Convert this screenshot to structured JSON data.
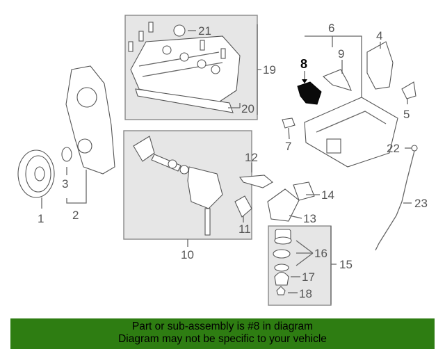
{
  "callouts": {
    "c1": "1",
    "c2": "2",
    "c3": "3",
    "c4": "4",
    "c5": "5",
    "c6": "6",
    "c7": "7",
    "c8": "8",
    "c9": "9",
    "c10": "10",
    "c11": "11",
    "c12": "12",
    "c13": "13",
    "c14": "14",
    "c15": "15",
    "c16": "16",
    "c17": "17",
    "c18": "18",
    "c19": "19",
    "c20": "20",
    "c21": "21",
    "c22": "22",
    "c23": "23"
  },
  "highlighted_part": "8",
  "banner": {
    "line1": "Part or sub-assembly is #8 in diagram",
    "line2": "Diagram may not be specific to your vehicle",
    "color": "#2e7d12"
  }
}
